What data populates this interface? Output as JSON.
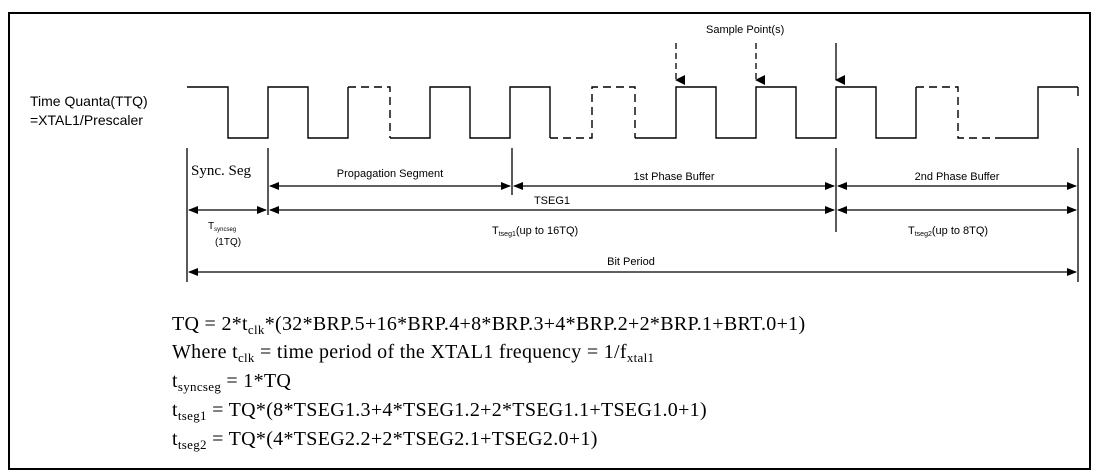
{
  "diagram": {
    "signal_label_line1": "Time Quanta(TTQ)",
    "signal_label_line2": "=XTAL1/Prescaler",
    "sample_point_label": "Sample Point(s)",
    "sync_seg_label": "Sync. Seg",
    "propagation_label": "Propagation Segment",
    "phase1_label": "1st Phase Buffer",
    "phase2_label": "2nd Phase Buffer",
    "tseg1_label": "TSEG1",
    "tsync_main": "T",
    "tsync_sub": "syncseg",
    "tsync_note": "(1TQ)",
    "ttseg1_main": "T",
    "ttseg1_sub": "tseg1",
    "ttseg1_note": "(up to 16TQ)",
    "ttseg2_main": "T",
    "ttseg2_sub": "tseg2",
    "ttseg2_note": "(up to 8TQ)",
    "bit_period_label": "Bit Period"
  },
  "formulas": {
    "f1_a": "TQ = 2*t",
    "f1_sub": "clk",
    "f1_b": "*(32*BRP.5+16*BRP.4+8*BRP.3+4*BRP.2+2*BRP.1+BRT.0+1)",
    "f2_a": "Where t",
    "f2_sub1": "clk",
    "f2_b": " = time period of the XTAL1 frequency = 1/f",
    "f2_sub2": "xtal1",
    "f3_a": "t",
    "f3_sub": "syncseg",
    "f3_b": " = 1*TQ",
    "f4_a": "t",
    "f4_sub": "tseg1",
    "f4_b": " = TQ*(8*TSEG1.3+4*TSEG1.2+2*TSEG1.1+TSEG1.0+1)",
    "f5_a": "t",
    "f5_sub": "tseg2",
    "f5_b": " = TQ*(4*TSEG2.2+2*TSEG2.1+TSEG2.0+1)"
  }
}
